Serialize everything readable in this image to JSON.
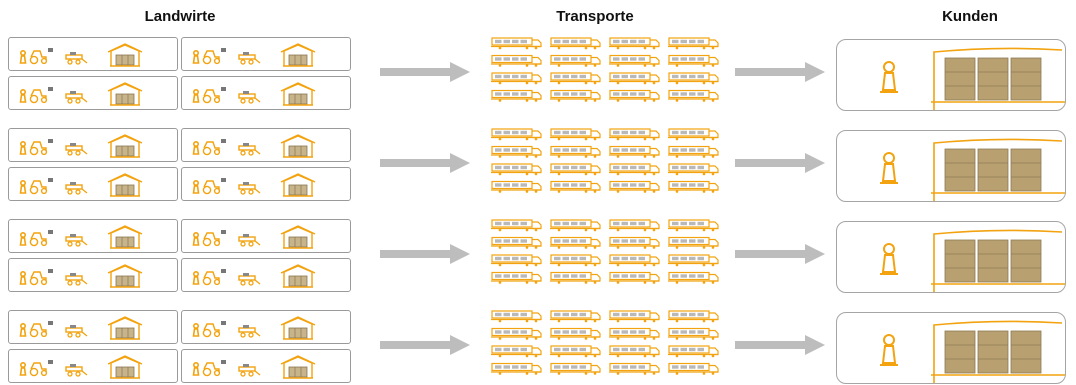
{
  "headers": {
    "farmers": "Landwirte",
    "transports": "Transporte",
    "customers": "Kunden"
  },
  "colors": {
    "accent": "#f2a30f",
    "border": "#9a9a9a",
    "arrow": "#bdbdbd",
    "crate": "#b8a070"
  },
  "icons": {
    "farmer": "farmer-icon",
    "tractor": "tractor-icon",
    "trailer": "trailer-icon",
    "barn": "barn-icon",
    "truck": "truck-icon",
    "customer": "customer-icon",
    "warehouse": "warehouse-icon",
    "arrow": "arrow-right-icon"
  },
  "groups": [
    {
      "farms": 4,
      "trucks": 16,
      "customers": 1
    },
    {
      "farms": 4,
      "trucks": 16,
      "customers": 1
    },
    {
      "farms": 4,
      "trucks": 16,
      "customers": 1
    },
    {
      "farms": 4,
      "trucks": 16,
      "customers": 1
    }
  ]
}
